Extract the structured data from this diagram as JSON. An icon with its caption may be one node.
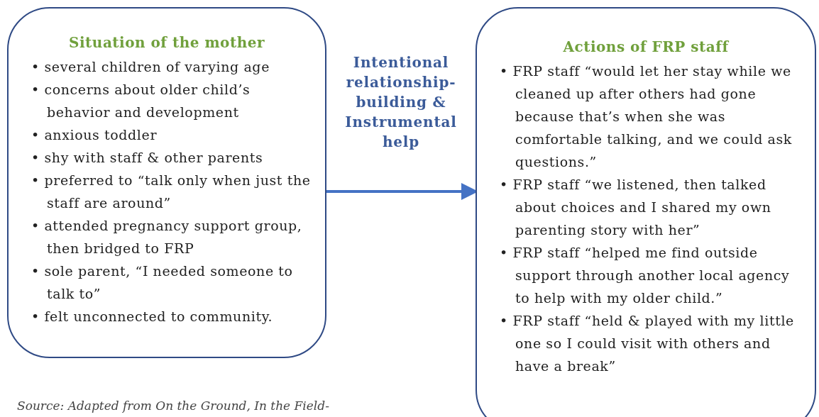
{
  "diagram": {
    "caption": "Source: Adapted from On the Ground, In the Field-",
    "nodes": [
      {
        "text": [
          "Situation of the mother",
          "• several children of varying age",
          "• concerns about older child’s behavior and development",
          "• anxious toddler",
          "• shy with staff & other parents",
          "• preferred to “talk only when just the staff are around”",
          "• attended pregnancy support group, then bridged to FRP",
          "• sole parent, “I needed someone to talk to”",
          "• felt unconnected to community."
        ]
      },
      {
        "text": [
          "Actions of FRP staff",
          "• FRP staff “would let her stay while we cleaned up after others had gone because that’s when she was comfortable talking, and we could ask questions.”",
          "• FRP staff “we listened, then talked about choices and I shared my own parenting story with her”",
          "• FRP staff “helped me find outside support through another local agency to help with my older child.”",
          "• FRP staff “held & played with my little one so I could visit with others and have a break”"
        ]
      }
    ],
    "edges": [
      {
        "from": 0,
        "to": 1,
        "arrow": "to",
        "label": "Intentional relationship-building & Instrumental help"
      }
    ]
  }
}
